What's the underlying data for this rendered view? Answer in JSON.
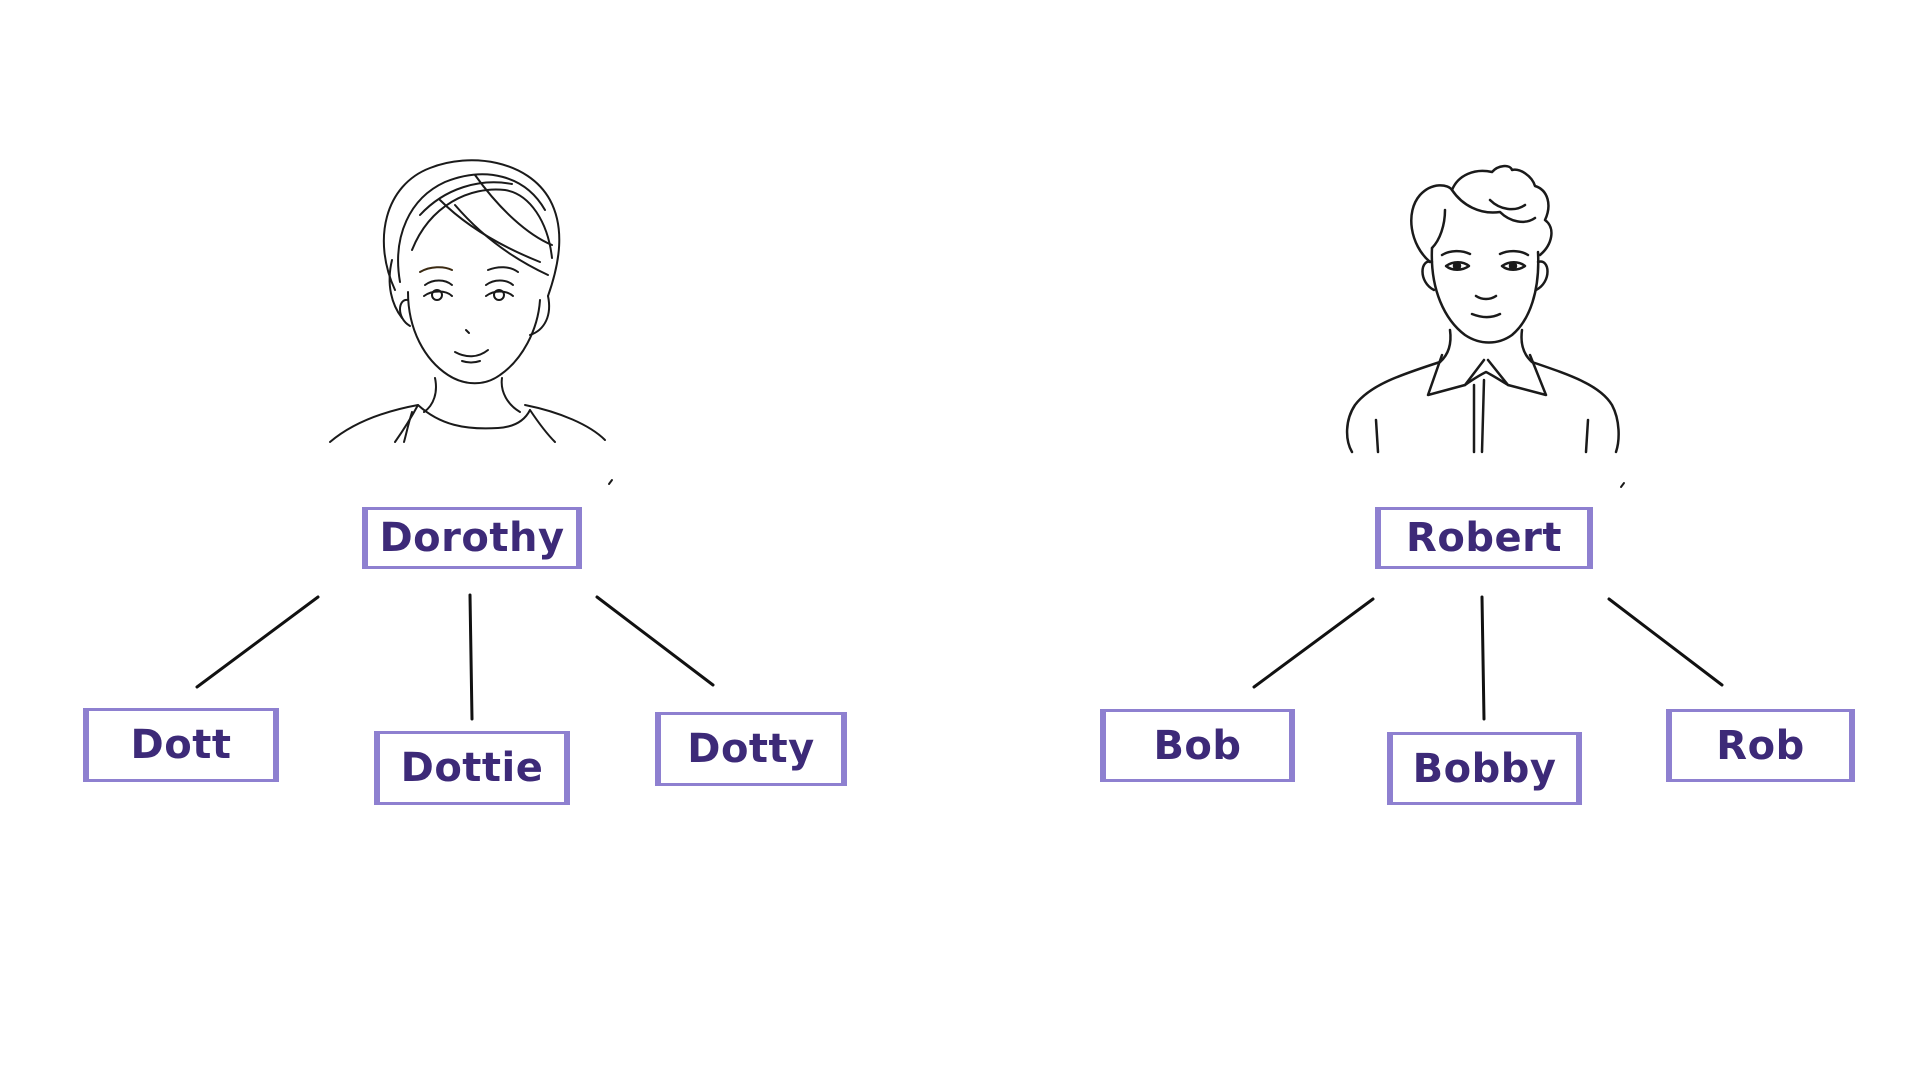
{
  "colors": {
    "box_border": "#8e80d0",
    "box_text": "#3d2a78",
    "line": "#111111",
    "sketch": "#1a1a1a"
  },
  "illustrations": {
    "left": {
      "icon": "woman-portrait-icon"
    },
    "right": {
      "icon": "man-portrait-icon"
    }
  },
  "trees": [
    {
      "root": "Dorothy",
      "children": [
        "Dott",
        "Dottie",
        "Dotty"
      ]
    },
    {
      "root": "Robert",
      "children": [
        "Bob",
        "Bobby",
        "Rob"
      ]
    }
  ]
}
